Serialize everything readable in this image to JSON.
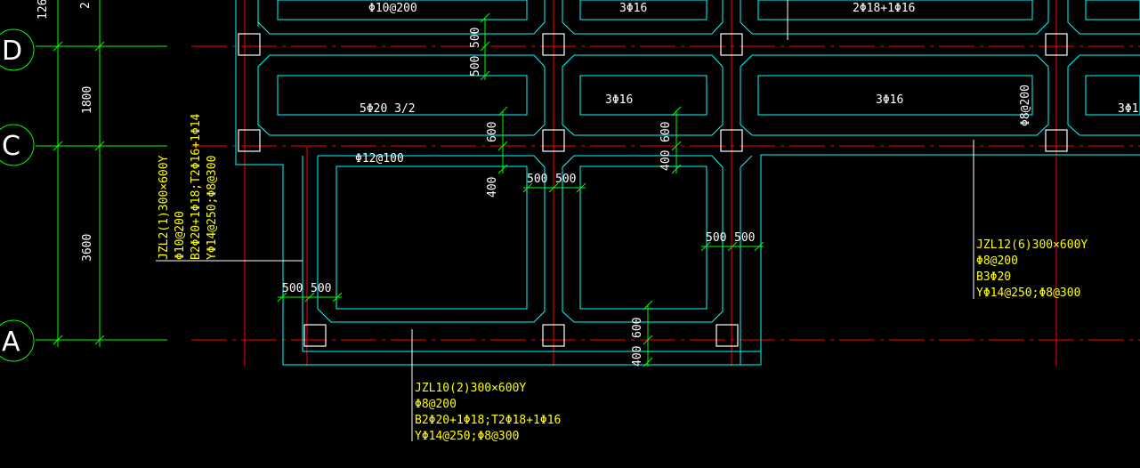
{
  "colors": {
    "background": "#000000",
    "beam_outline": "#00ffff",
    "axis_line": "#ff0000",
    "dimension": "#00ff00",
    "text": "#ffffff",
    "annotation": "#ffff00",
    "column": "#ffffff"
  },
  "axes": {
    "D": "D",
    "C": "C",
    "A": "A"
  },
  "dims_vertical": {
    "top_a": "126",
    "top_b": "2",
    "d_to_c": "1800",
    "c_to_a": "3600"
  },
  "labels": {
    "slab_top_left": "Φ10@200",
    "slab_top_mid": "3Φ16",
    "slab_top_right": "2Φ18+1Φ16",
    "slab_mid_left": "5Φ20 3/2",
    "slab_mid_mid": "3Φ16",
    "slab_mid_right": "3Φ16",
    "slab_mid_far": "3Φ1",
    "rotated_right": "Φ8@200",
    "lower_left_stirrup": "Φ12@100"
  },
  "dimension_values": {
    "v500_top": "500",
    "v500_top2": "500",
    "v600_a": "600",
    "v400_a": "400",
    "h500_a": "500",
    "h500_b": "500",
    "v600_b": "600",
    "v400_b": "400",
    "h500_c": "500",
    "h500_d": "500",
    "h500_e": "500",
    "h500_f": "500",
    "v600_c": "600",
    "v400_c": "400"
  },
  "beam_annotations": {
    "jzl2": {
      "line1": "JZL2(1)300×600Y",
      "line2": "Φ10@200",
      "line3": "B2Φ20+1Φ18;T2Φ16+1Φ14",
      "line4": "YΦ14@250;Φ8@300"
    },
    "jzl10": {
      "line1": "JZL10(2)300×600Y",
      "line2": "Φ8@200",
      "line3": "B2Φ20+1Φ18;T2Φ18+1Φ16",
      "line4": "YΦ14@250;Φ8@300"
    },
    "jzl12": {
      "line1": "JZL12(6)300×600Y",
      "line2": "Φ8@200",
      "line3": "B3Φ20",
      "line4": "YΦ14@250;Φ8@300"
    }
  }
}
